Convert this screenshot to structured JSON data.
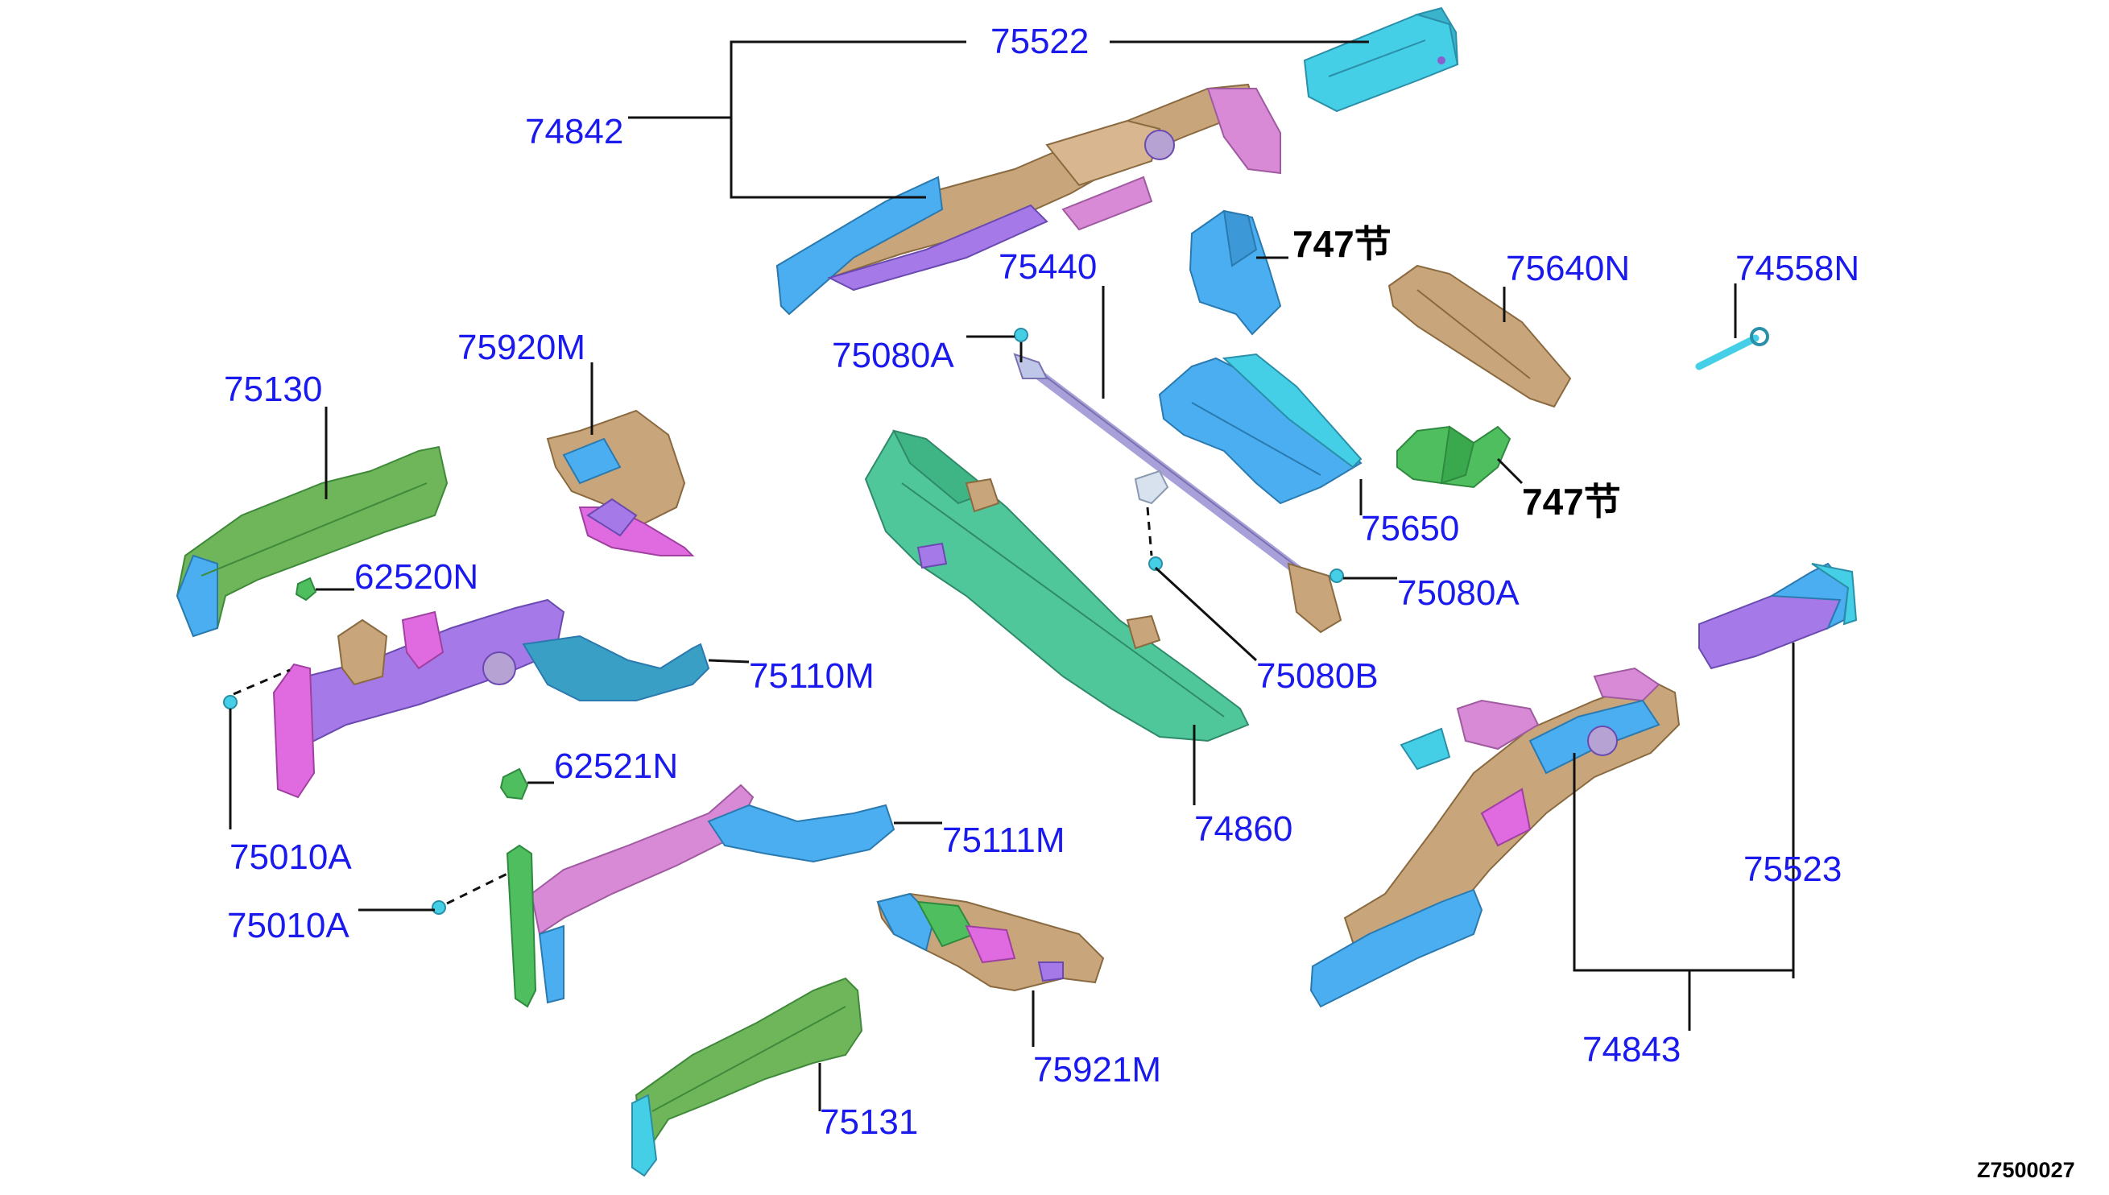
{
  "diagram_id": "Z7500027",
  "colors": {
    "label": "#1a1aee",
    "ref_label": "#000000",
    "leader": "#111111",
    "cyan": "#45cfe6",
    "blue": "#4aaef0",
    "tan": "#c8a57a",
    "pink": "#d98ad6",
    "magenta": "#e06ae0",
    "purple": "#a57ae8",
    "green": "#6fb55a",
    "seagreen": "#4fc79a",
    "lime": "#4fbe5f",
    "lavender": "#a8a0d8"
  },
  "labels": [
    {
      "id": "l75522",
      "text": "75522"
    },
    {
      "id": "l74842",
      "text": "74842"
    },
    {
      "id": "l747a",
      "text": "747节",
      "ref": true
    },
    {
      "id": "l75640N",
      "text": "75640N"
    },
    {
      "id": "l74558N",
      "text": "74558N"
    },
    {
      "id": "l75440",
      "text": "75440"
    },
    {
      "id": "l75080A1",
      "text": "75080A"
    },
    {
      "id": "l75920M",
      "text": "75920M"
    },
    {
      "id": "l75130",
      "text": "75130"
    },
    {
      "id": "l747b",
      "text": "747节",
      "ref": true
    },
    {
      "id": "l75650",
      "text": "75650"
    },
    {
      "id": "l62520N",
      "text": "62520N"
    },
    {
      "id": "l75080A2",
      "text": "75080A"
    },
    {
      "id": "l75110M",
      "text": "75110M"
    },
    {
      "id": "l75080B",
      "text": "75080B"
    },
    {
      "id": "l62521N",
      "text": "62521N"
    },
    {
      "id": "l74860",
      "text": "74860"
    },
    {
      "id": "l75010A1",
      "text": "75010A"
    },
    {
      "id": "l75111M",
      "text": "75111M"
    },
    {
      "id": "l75523",
      "text": "75523"
    },
    {
      "id": "l75010A2",
      "text": "75010A"
    },
    {
      "id": "l74843",
      "text": "74843"
    },
    {
      "id": "l75921M",
      "text": "75921M"
    },
    {
      "id": "l75131",
      "text": "75131"
    }
  ]
}
